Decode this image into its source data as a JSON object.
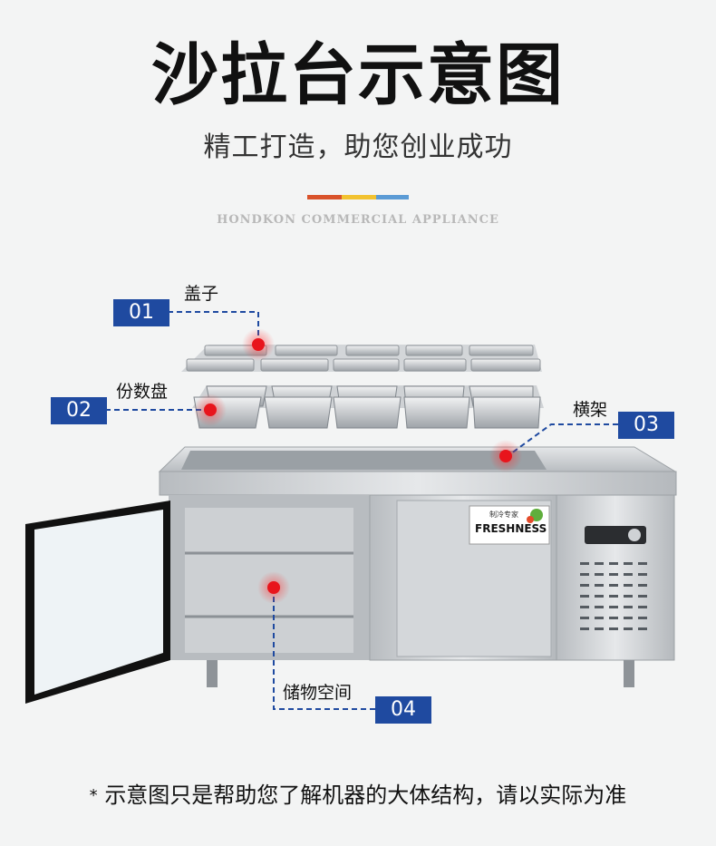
{
  "header": {
    "title": "沙拉台示意图",
    "subtitle": "精工打造，助您创业成功",
    "brand_text": "HONDKON COMMERCIAL APPLIANCE",
    "accent_colors": [
      "#d9532b",
      "#f2c230",
      "#5b9bd5"
    ]
  },
  "product_panel": {
    "label_cn": "制冷专家",
    "label_en": "FRESHNESS"
  },
  "callouts": [
    {
      "number": "01",
      "label": "盖子"
    },
    {
      "number": "02",
      "label": "份数盘"
    },
    {
      "number": "03",
      "label": "横架"
    },
    {
      "number": "04",
      "label": "储物空间"
    }
  ],
  "colors": {
    "badge": "#1f4aa0",
    "marker": "#e8151c",
    "steel": "#c9cccf"
  },
  "footer": {
    "star": "*",
    "note": "示意图只是帮助您了解机器的大体结构，请以实际为准"
  }
}
